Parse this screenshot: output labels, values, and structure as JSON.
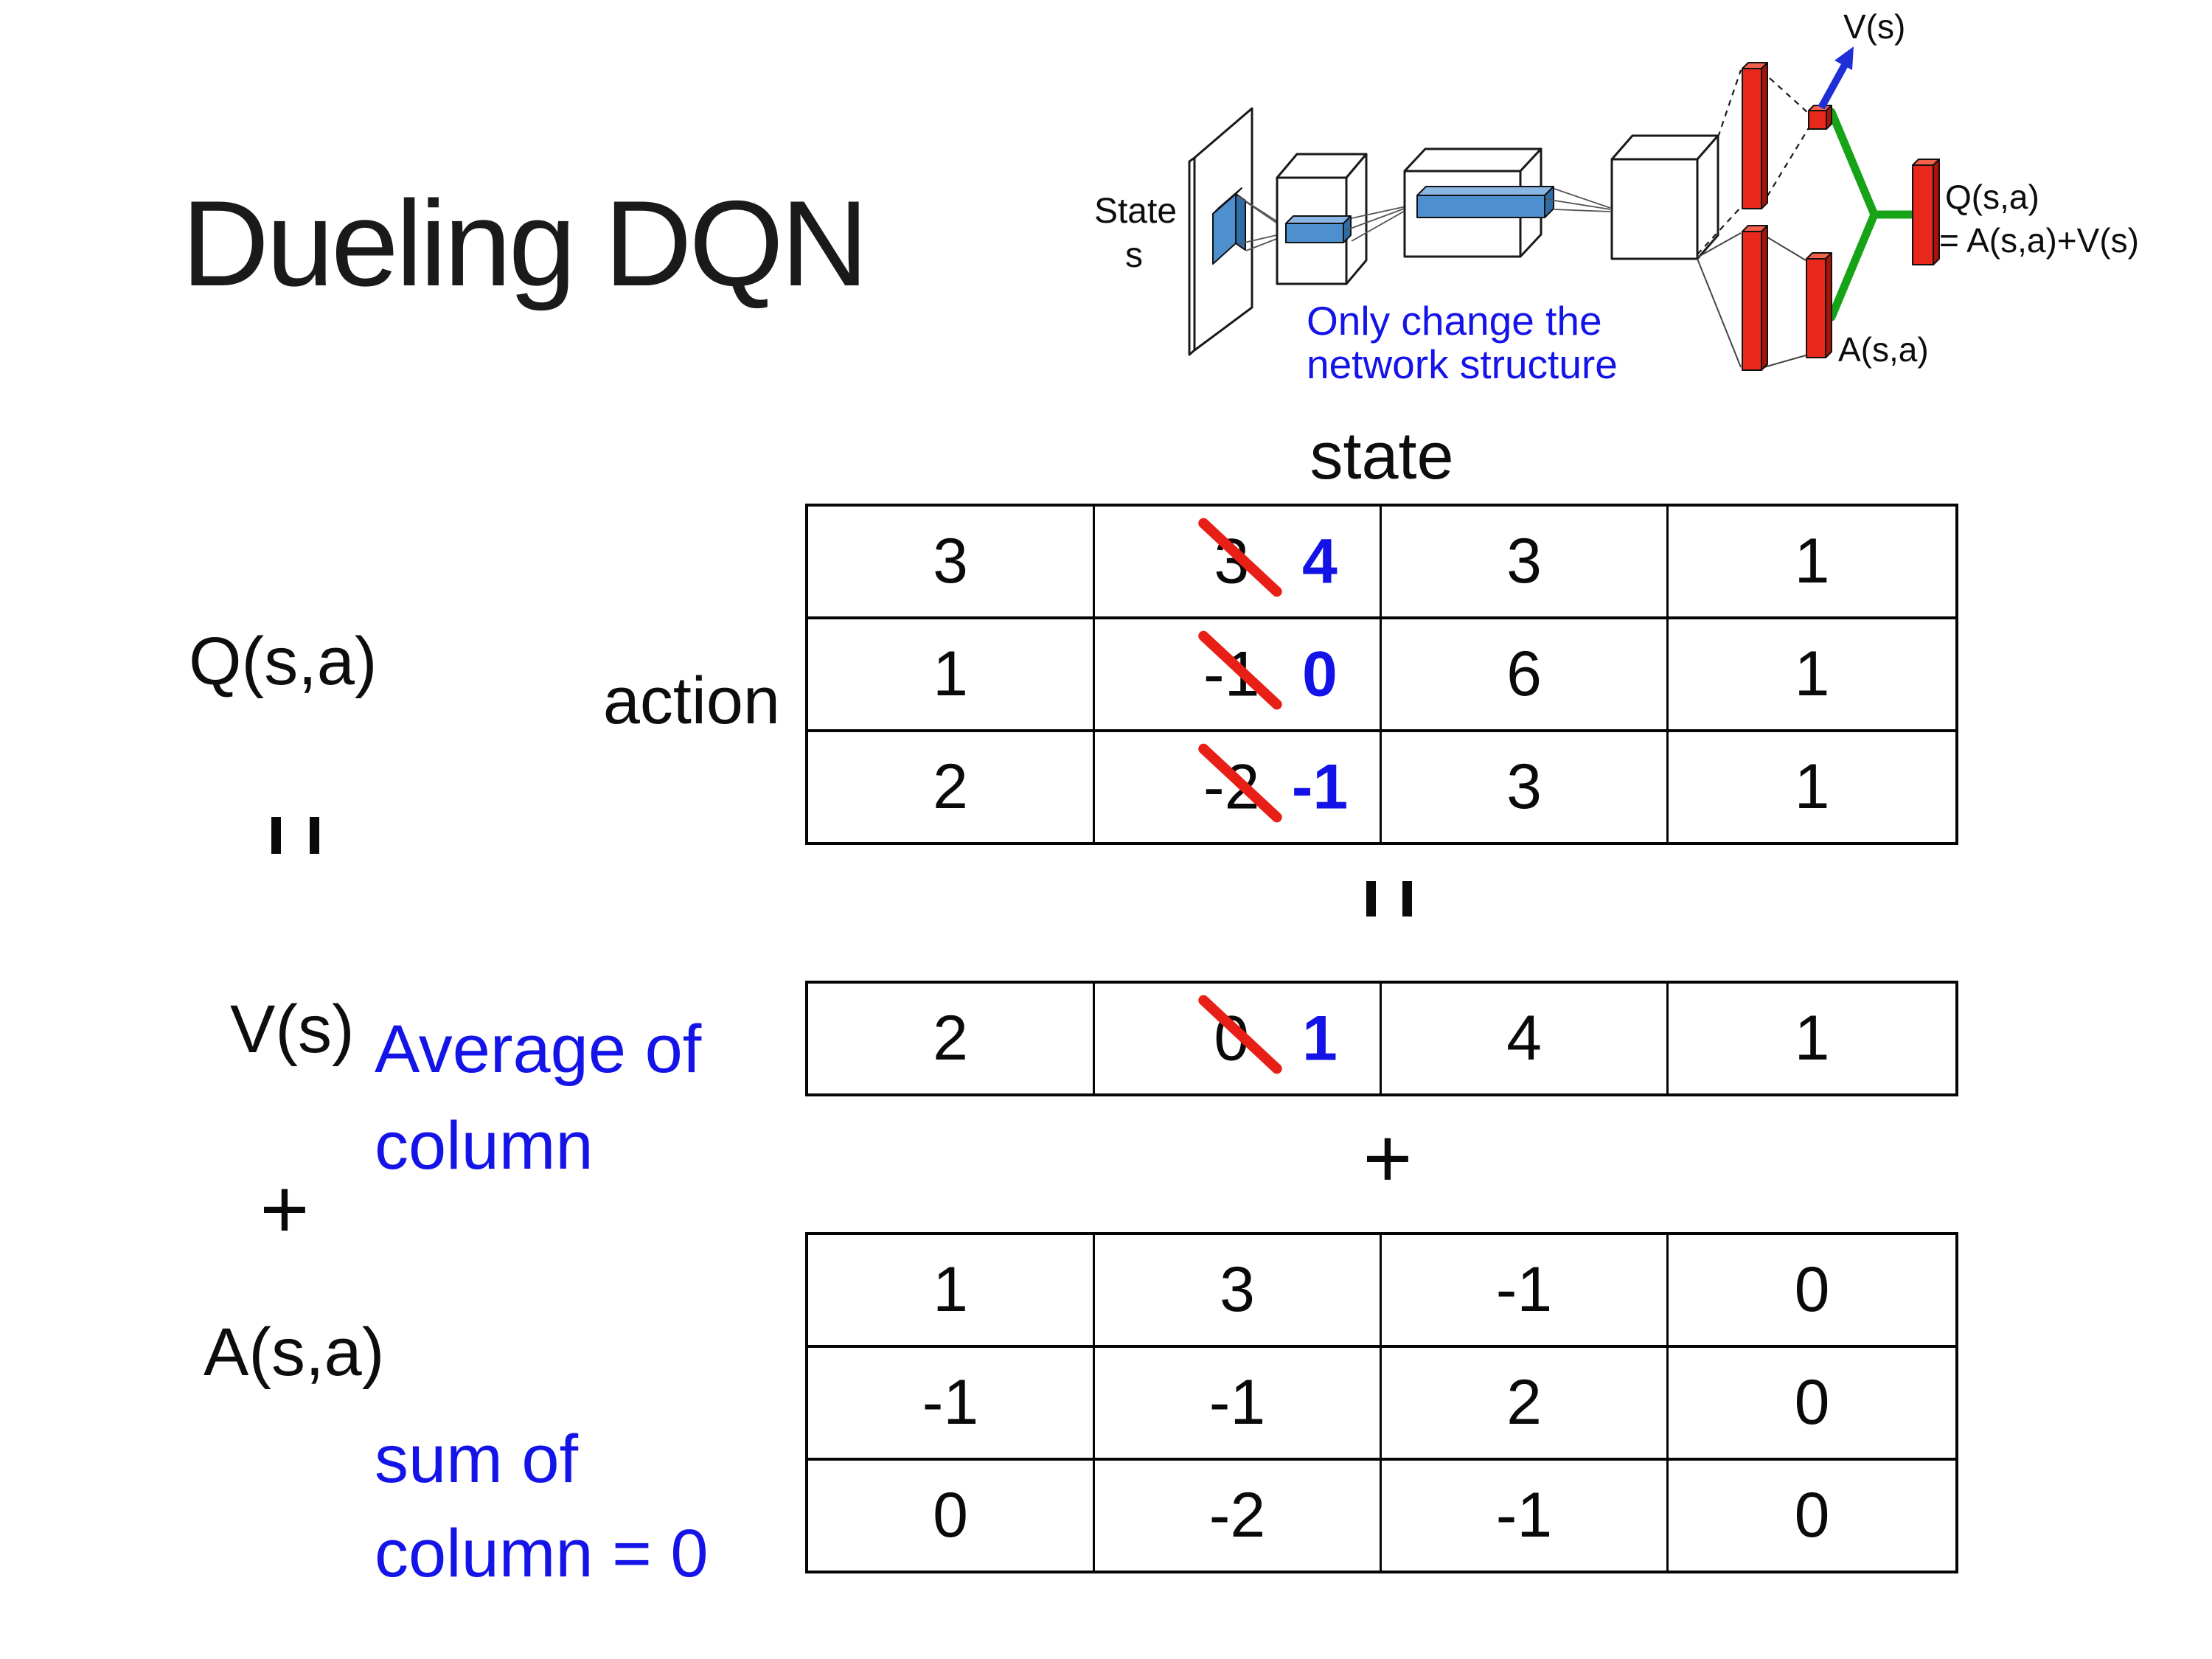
{
  "title": "Dueling DQN",
  "colors": {
    "blue_ink": "#1414e8",
    "red_strike": "#e81f17",
    "diagram_red": "#e8281a",
    "diagram_blue": "#4e8fd0",
    "diagram_green": "#17a317",
    "arrow_blue": "#1f2fd8"
  },
  "diagram": {
    "input_label": {
      "line1": "State",
      "line2": "s"
    },
    "note": {
      "line1": "Only change the",
      "line2": "network structure"
    },
    "v_out_label": "V(s)",
    "a_out_label": "A(s,a)",
    "q_out_label": {
      "line1": "Q(s,a)",
      "line2": "= A(s,a)+V(s)"
    }
  },
  "section": {
    "state_header": "state",
    "action_label": "action",
    "q_label": "Q(s,a)",
    "v_label": "V(s)",
    "a_label": "A(s,a)",
    "equals_symbol": "=",
    "plus_symbol": "+",
    "v_note": {
      "line1": "Average of",
      "line2": "column"
    },
    "a_note": {
      "line1": "sum of",
      "line2": "column = 0"
    },
    "q_table": {
      "rows": [
        {
          "cells": [
            {
              "v": "3"
            },
            {
              "old": "3",
              "new": "4"
            },
            {
              "v": "3"
            },
            {
              "v": "1"
            }
          ]
        },
        {
          "cells": [
            {
              "v": "1"
            },
            {
              "old": "-1",
              "new": "0"
            },
            {
              "v": "6"
            },
            {
              "v": "1"
            }
          ]
        },
        {
          "cells": [
            {
              "v": "2"
            },
            {
              "old": "-2",
              "new": "-1"
            },
            {
              "v": "3"
            },
            {
              "v": "1"
            }
          ]
        }
      ]
    },
    "v_table": {
      "rows": [
        {
          "cells": [
            {
              "v": "2"
            },
            {
              "old": "0",
              "new": "1"
            },
            {
              "v": "4"
            },
            {
              "v": "1"
            }
          ]
        }
      ]
    },
    "a_table": {
      "rows": [
        {
          "cells": [
            {
              "v": "1"
            },
            {
              "v": "3"
            },
            {
              "v": "-1"
            },
            {
              "v": "0"
            }
          ]
        },
        {
          "cells": [
            {
              "v": "-1"
            },
            {
              "v": "-1"
            },
            {
              "v": "2"
            },
            {
              "v": "0"
            }
          ]
        },
        {
          "cells": [
            {
              "v": "0"
            },
            {
              "v": "-2"
            },
            {
              "v": "-1"
            },
            {
              "v": "0"
            }
          ]
        }
      ]
    }
  }
}
